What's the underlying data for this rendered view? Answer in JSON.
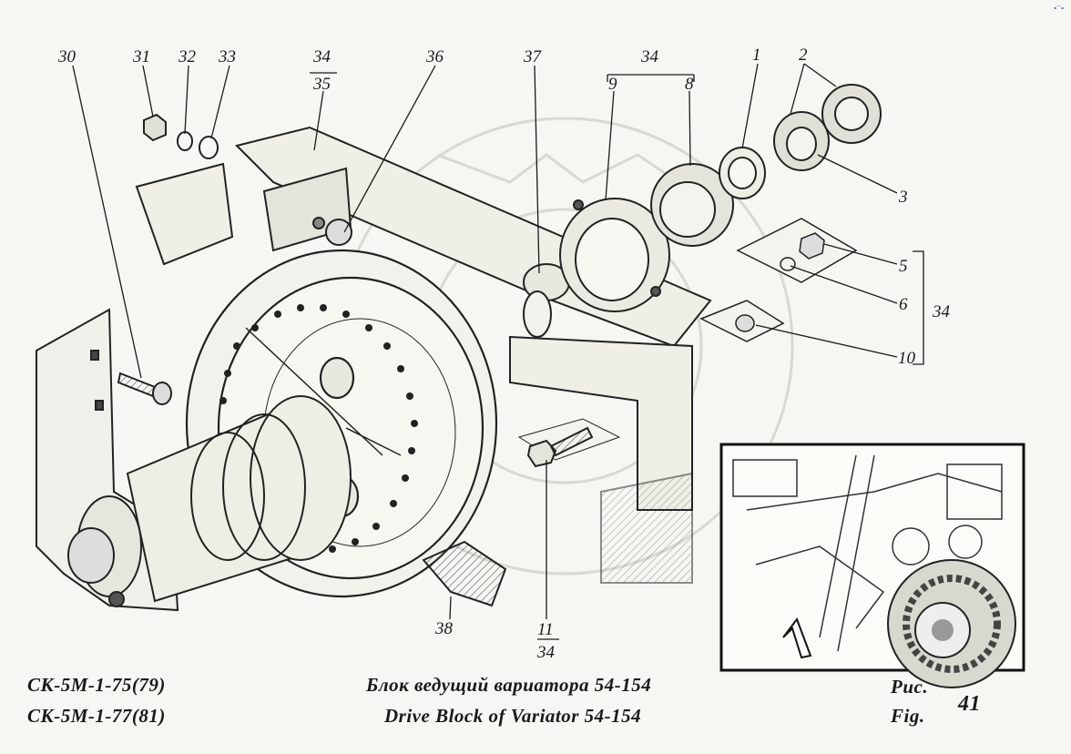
{
  "callouts": {
    "c30": "30",
    "c31": "31",
    "c32": "32",
    "c33": "33",
    "c34a": "34",
    "c35": "35",
    "c36": "36",
    "c37": "37",
    "c34b": "34",
    "c9": "9",
    "c8": "8",
    "c1": "1",
    "c2": "2",
    "c3": "3",
    "c5": "5",
    "c6": "6",
    "c10": "10",
    "c34c": "34",
    "c11": "11",
    "c34d": "34",
    "c38": "38"
  },
  "caption": {
    "model_1": "СК-5М-1-75(79)",
    "model_2": "СК-5М-1-77(81)",
    "title_ru": "Блок ведущий вариатора  54-154",
    "title_en": "Drive Block of Variator 54-154",
    "fig_ru": "Рис.",
    "fig_en": "Fig.",
    "fig_number": "41"
  },
  "corner_mark": "⬝⁻⬝"
}
